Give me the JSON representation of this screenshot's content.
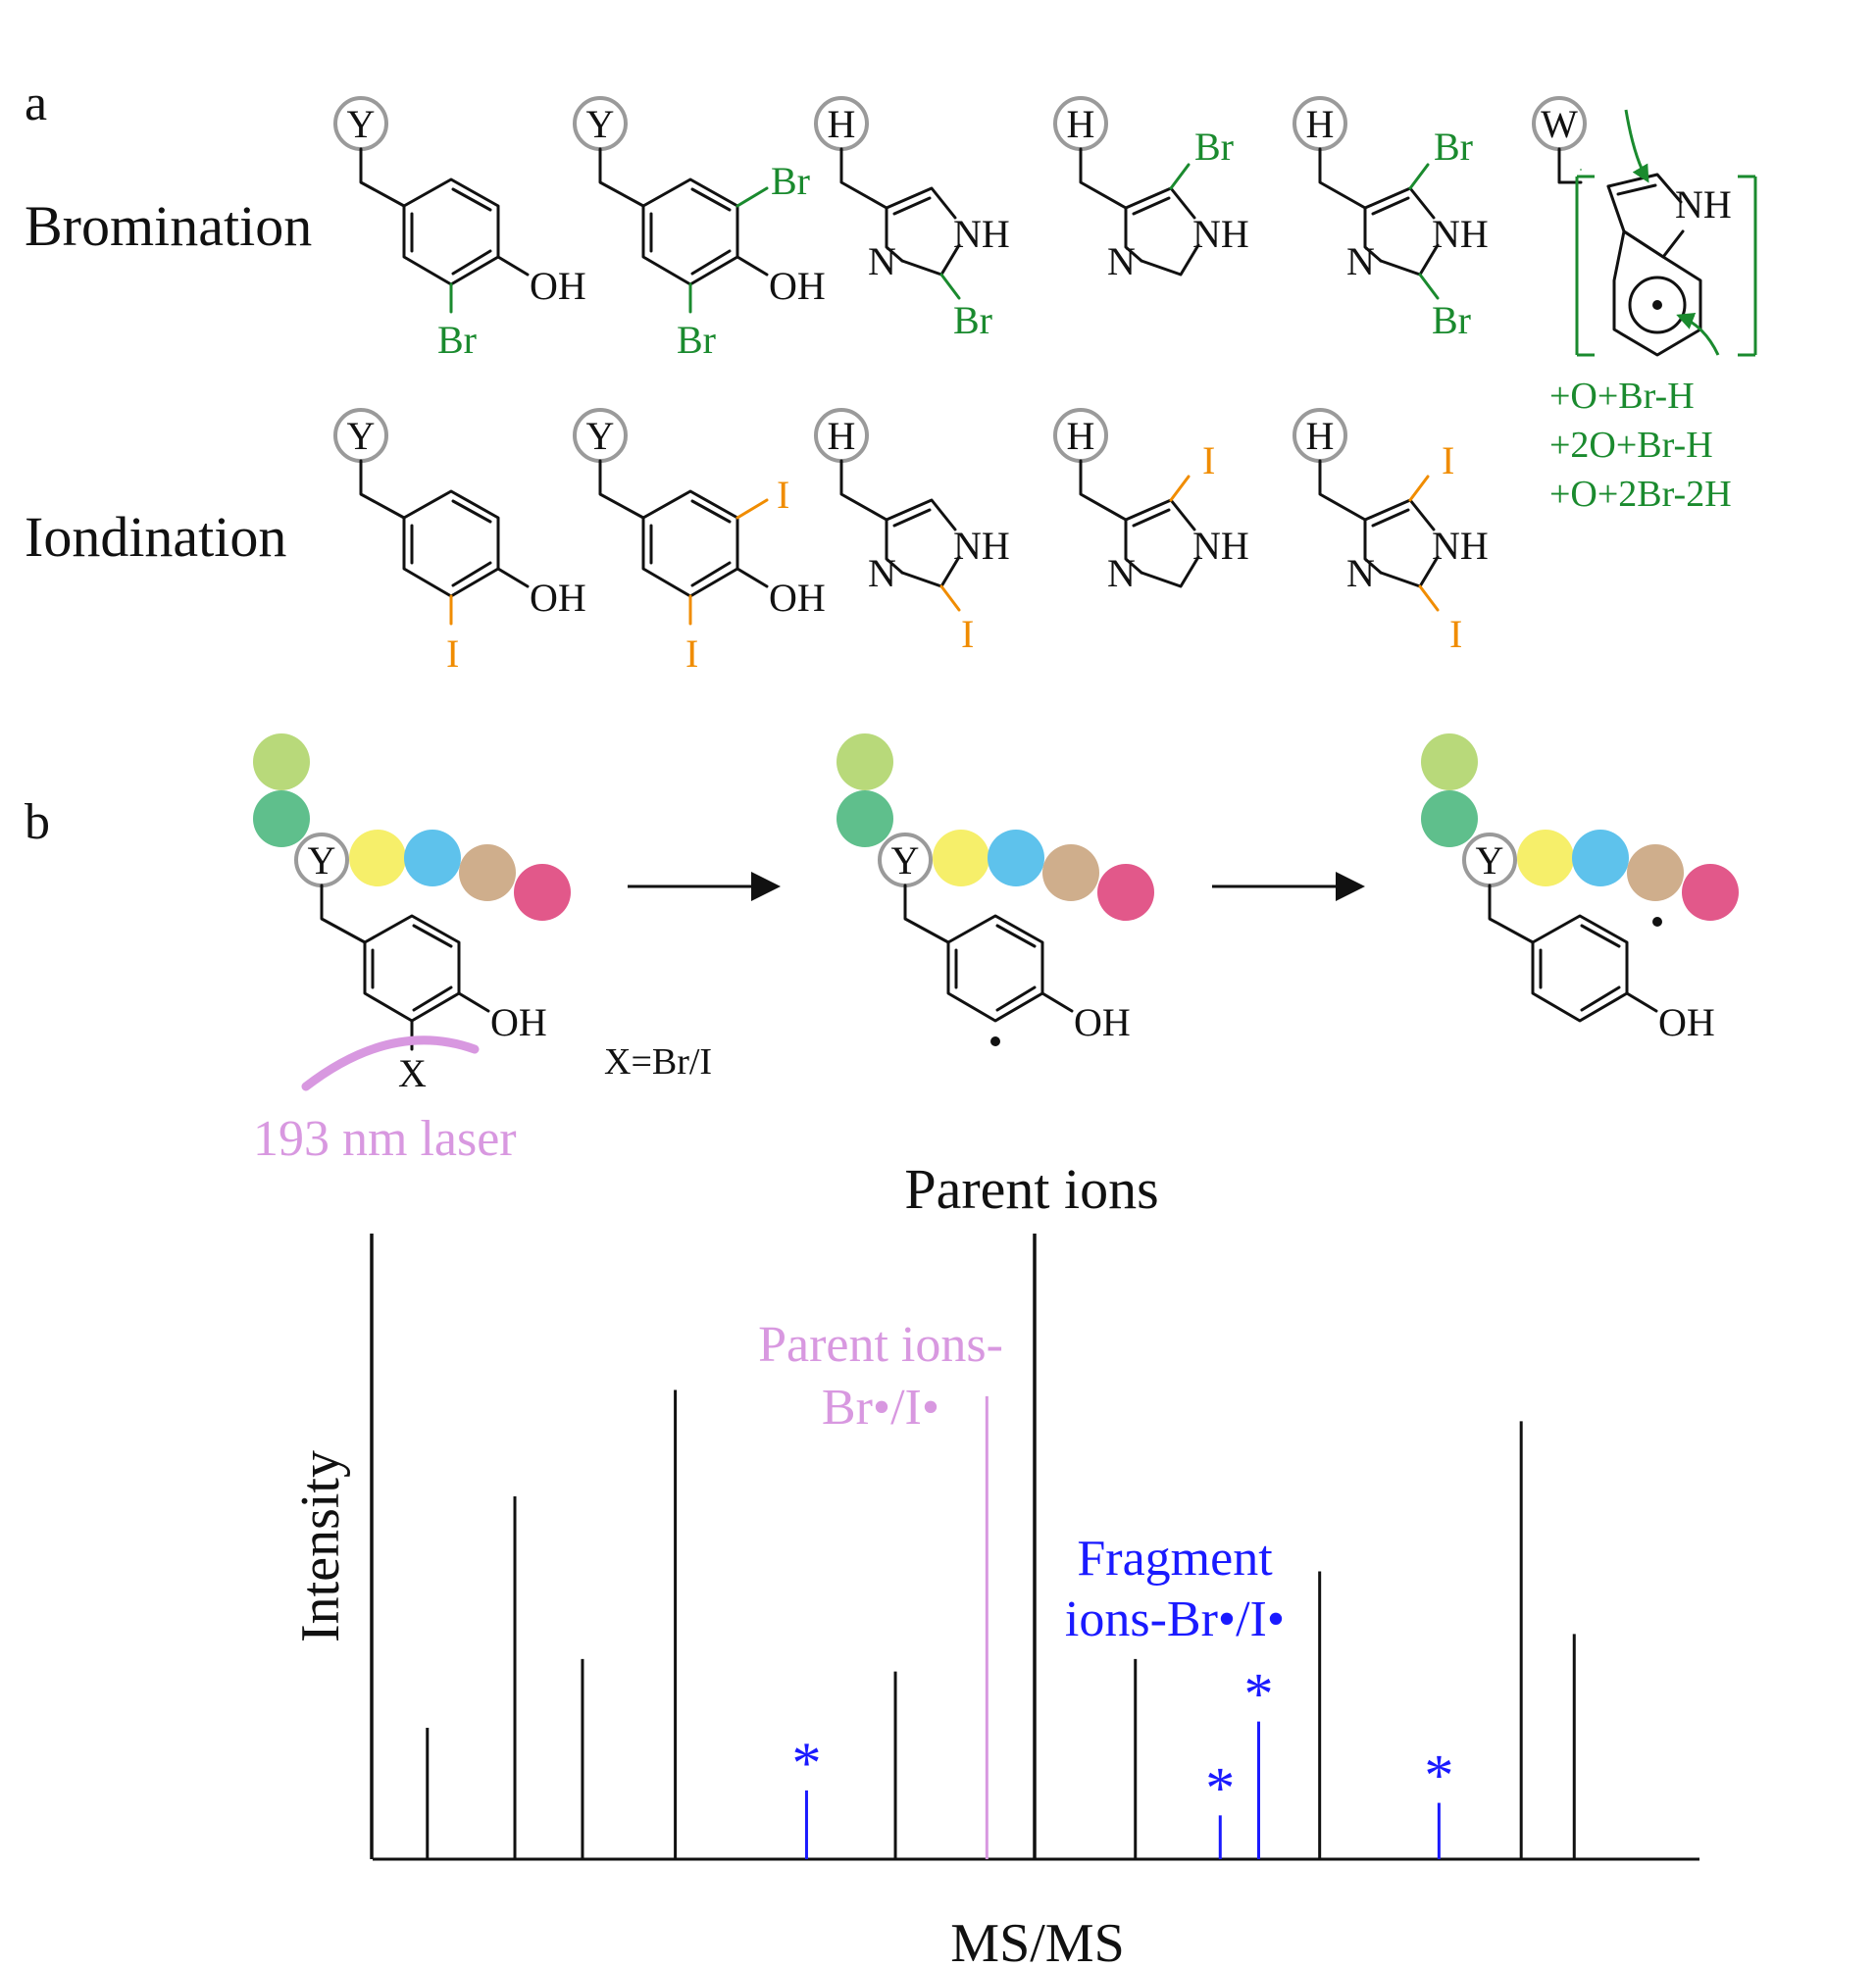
{
  "panels": {
    "a": {
      "label": "a",
      "rows": [
        {
          "label": "Bromination",
          "halogen": "Br",
          "color": "#1a8a2e",
          "residues": [
            "Y",
            "Y",
            "H",
            "H",
            "H",
            "W"
          ],
          "annotations": [
            "+O+Br-H",
            "+2O+Br-H",
            "+O+2Br-2H"
          ]
        },
        {
          "label": "Iondination",
          "halogen": "I",
          "color": "#f08c00",
          "residues": [
            "Y",
            "Y",
            "H",
            "H",
            "H"
          ]
        }
      ],
      "atom_labels": {
        "oh": "OH",
        "nh": "NH",
        "n": "N"
      }
    },
    "b": {
      "label": "b",
      "residue": "Y",
      "leaving_group": "X",
      "substituent_note": "X=Br/I",
      "laser_label": "193 nm laser",
      "oh": "OH",
      "bead_colors": [
        "#b8d97a",
        "#5fbf8c",
        "#f6ef6a",
        "#5ec2ec",
        "#cfae8c",
        "#e2588a"
      ],
      "laser_color": "#d898e0"
    }
  },
  "spectrum": {
    "title": "Parent ions",
    "xlabel": "MS/MS",
    "ylabel": "Intensity",
    "parent_loss_label": [
      "Parent ions-",
      "Br•/I•"
    ],
    "fragment_loss_label": [
      "Fragment",
      "ions-Br•/I•"
    ],
    "marker": "*",
    "colors": {
      "normal": "#111111",
      "parent_loss": "#d898e0",
      "fragment_loss": "#1a1aff"
    }
  },
  "chart_data": {
    "type": "bar",
    "title": "Parent ions",
    "xlabel": "MS/MS",
    "ylabel": "Intensity",
    "ylim": [
      0,
      100
    ],
    "grid": false,
    "peaks": [
      {
        "x": 0.0,
        "y": 100,
        "kind": "normal"
      },
      {
        "x": 4.2,
        "y": 21,
        "kind": "normal"
      },
      {
        "x": 10.8,
        "y": 58,
        "kind": "normal"
      },
      {
        "x": 15.9,
        "y": 32,
        "kind": "normal"
      },
      {
        "x": 22.9,
        "y": 75,
        "kind": "normal"
      },
      {
        "x": 32.8,
        "y": 11,
        "kind": "fragment_loss"
      },
      {
        "x": 39.5,
        "y": 30,
        "kind": "normal"
      },
      {
        "x": 46.4,
        "y": 74,
        "kind": "parent_loss"
      },
      {
        "x": 50.0,
        "y": 100,
        "kind": "parent"
      },
      {
        "x": 57.6,
        "y": 32,
        "kind": "normal"
      },
      {
        "x": 64.0,
        "y": 7,
        "kind": "fragment_loss"
      },
      {
        "x": 66.9,
        "y": 22,
        "kind": "fragment_loss"
      },
      {
        "x": 71.5,
        "y": 46,
        "kind": "normal"
      },
      {
        "x": 80.5,
        "y": 9,
        "kind": "fragment_loss"
      },
      {
        "x": 86.7,
        "y": 70,
        "kind": "normal"
      },
      {
        "x": 90.7,
        "y": 36,
        "kind": "normal"
      }
    ]
  }
}
